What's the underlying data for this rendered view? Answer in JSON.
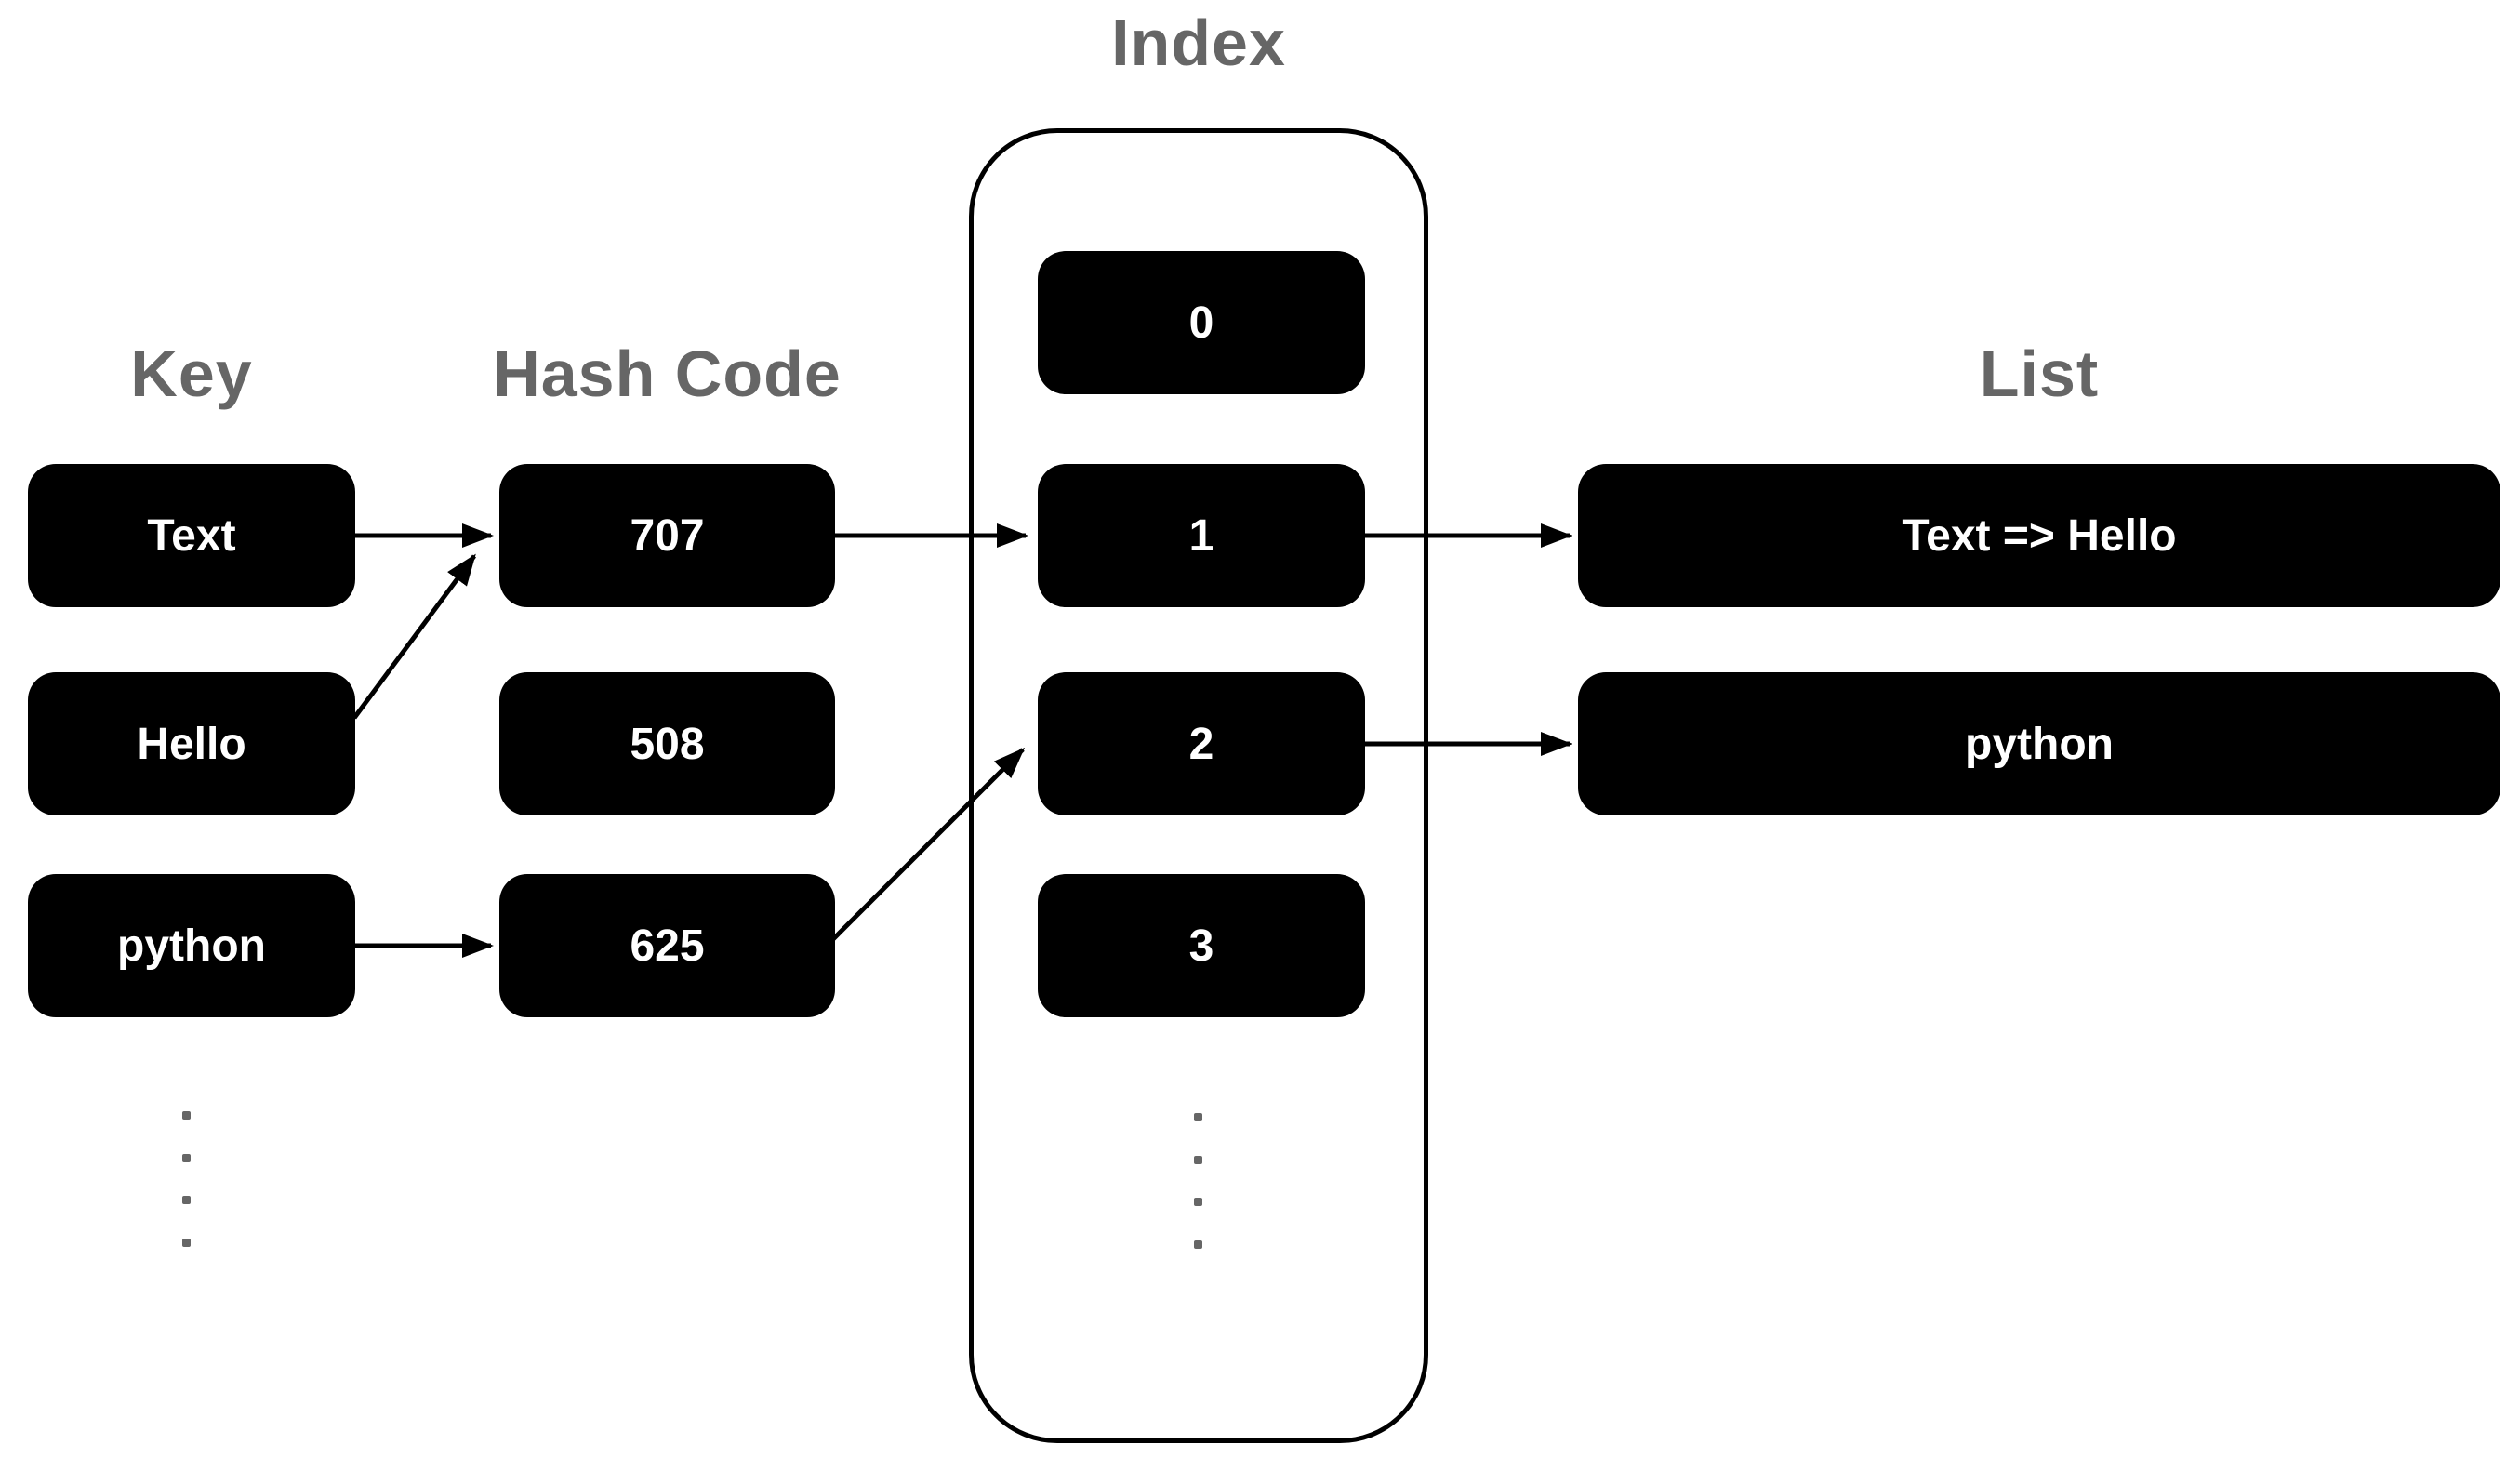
{
  "diagram": {
    "columns": {
      "key": {
        "header": "Key",
        "items": [
          "Text",
          "Hello",
          "python"
        ]
      },
      "hash_code": {
        "header": "Hash Code",
        "items": [
          "707",
          "508",
          "625"
        ]
      },
      "index": {
        "header": "Index",
        "items": [
          "0",
          "1",
          "2",
          "3"
        ]
      },
      "list": {
        "header": "List",
        "items": [
          "Text => Hello",
          "python"
        ]
      }
    },
    "edges": [
      {
        "from": "key:Text",
        "to": "hash:707"
      },
      {
        "from": "key:Hello",
        "to": "hash:707"
      },
      {
        "from": "key:python",
        "to": "hash:625"
      },
      {
        "from": "hash:707",
        "to": "index:1"
      },
      {
        "from": "hash:625",
        "to": "index:2"
      },
      {
        "from": "index:1",
        "to": "list:Text => Hello"
      },
      {
        "from": "index:2",
        "to": "list:python"
      }
    ],
    "continuation_dots": {
      "key_column": 4,
      "index_column": 4
    },
    "colors": {
      "node_background": "#000000",
      "node_text": "#ffffff",
      "header_text": "#666666",
      "arrow": "#000000",
      "background": "#ffffff"
    }
  }
}
